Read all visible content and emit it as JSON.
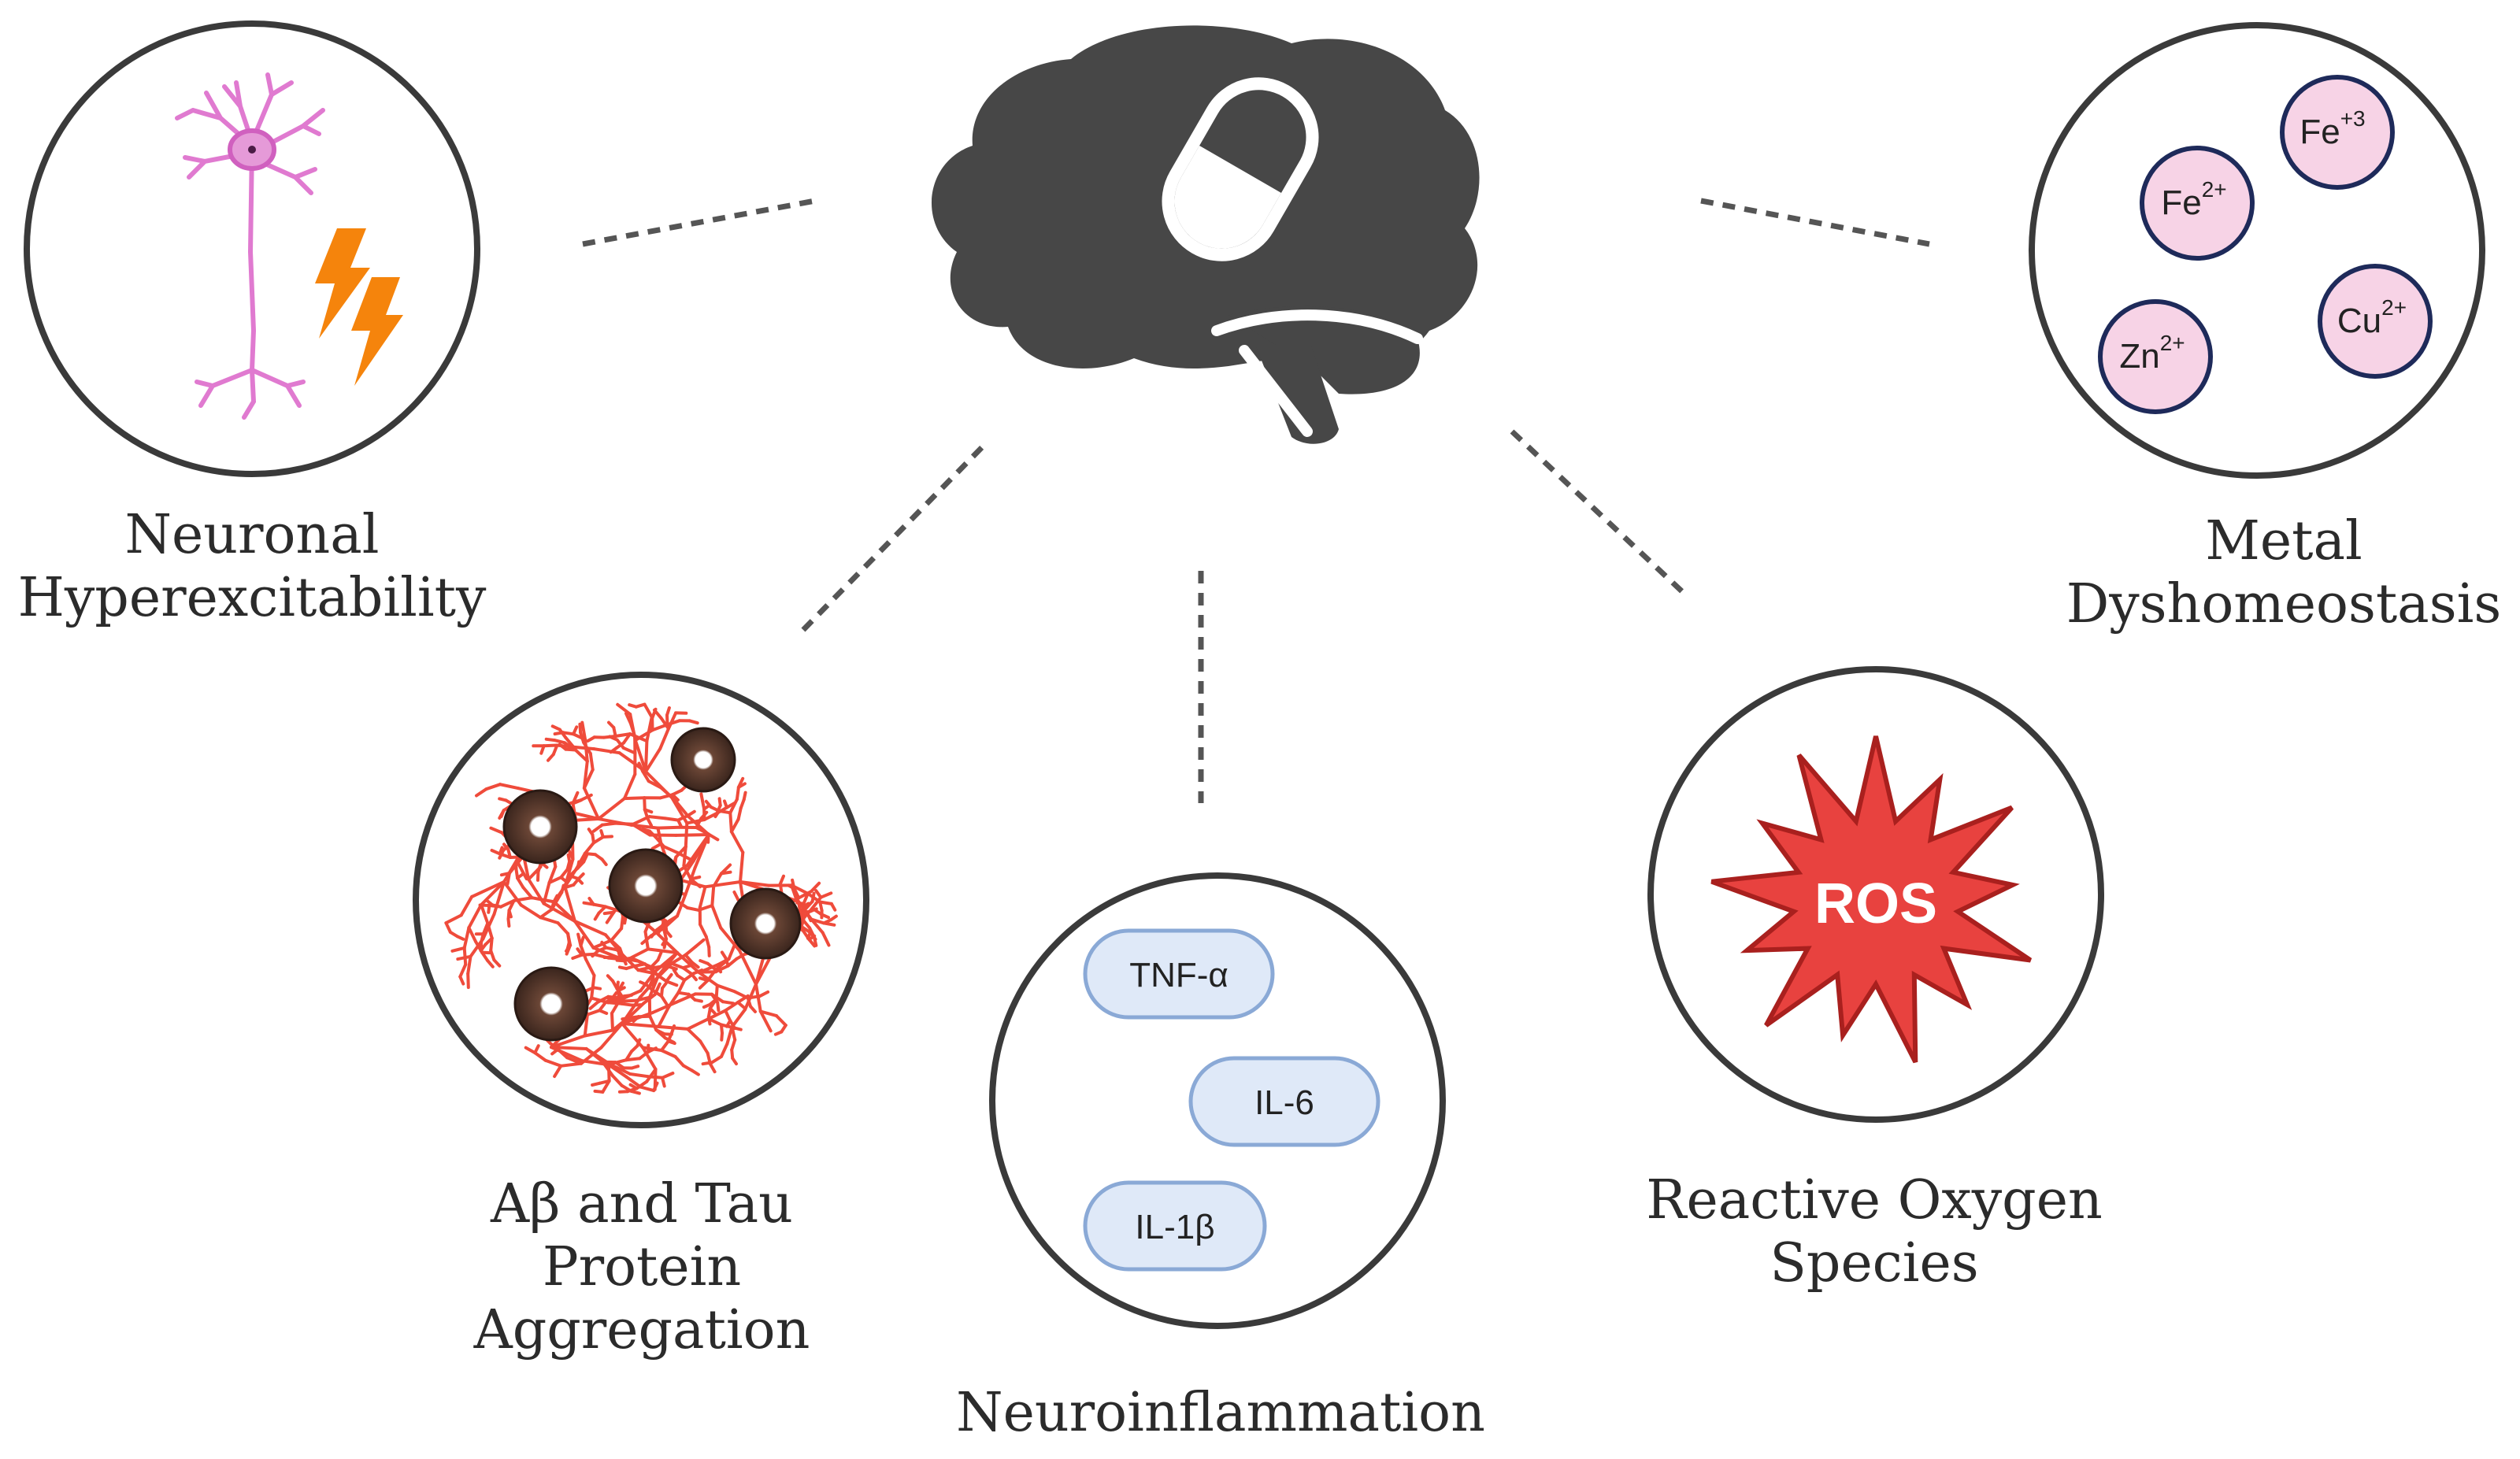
{
  "categories": {
    "hyperexcitability": {
      "lines": [
        "Neuronal",
        "Hyperexcitability"
      ]
    },
    "metal": {
      "lines": [
        "Metal",
        "Dyshomeostasis"
      ],
      "ions": [
        {
          "base": "Fe",
          "sup": "+3"
        },
        {
          "base": "Fe",
          "sup": "2+"
        },
        {
          "base": "Cu",
          "sup": "2+"
        },
        {
          "base": "Zn",
          "sup": "2+"
        }
      ]
    },
    "aggregation": {
      "lines": [
        "Aβ and Tau",
        "Protein",
        "Aggregation"
      ]
    },
    "inflammation": {
      "lines": [
        "Neuroinflammation"
      ],
      "cytokines": [
        "TNF-α",
        "IL-6",
        "IL-1β"
      ]
    },
    "ros": {
      "lines": [
        "Reactive Oxygen",
        "Species"
      ],
      "badge": "ROS"
    }
  },
  "colors": {
    "brain": "#474747",
    "circle_stroke": "#3a3a3a",
    "neuron": "#e07ad0",
    "lightning": "#f5840c",
    "ion_fill": "#f7d3e6",
    "ion_stroke": "#1e2a5a",
    "pill_fill": "#dfe9f8",
    "pill_stroke": "#8aa9d6",
    "ros_fill": "#e8423f",
    "fibril": "#ef4b3b",
    "plaque": "#4a3026"
  }
}
